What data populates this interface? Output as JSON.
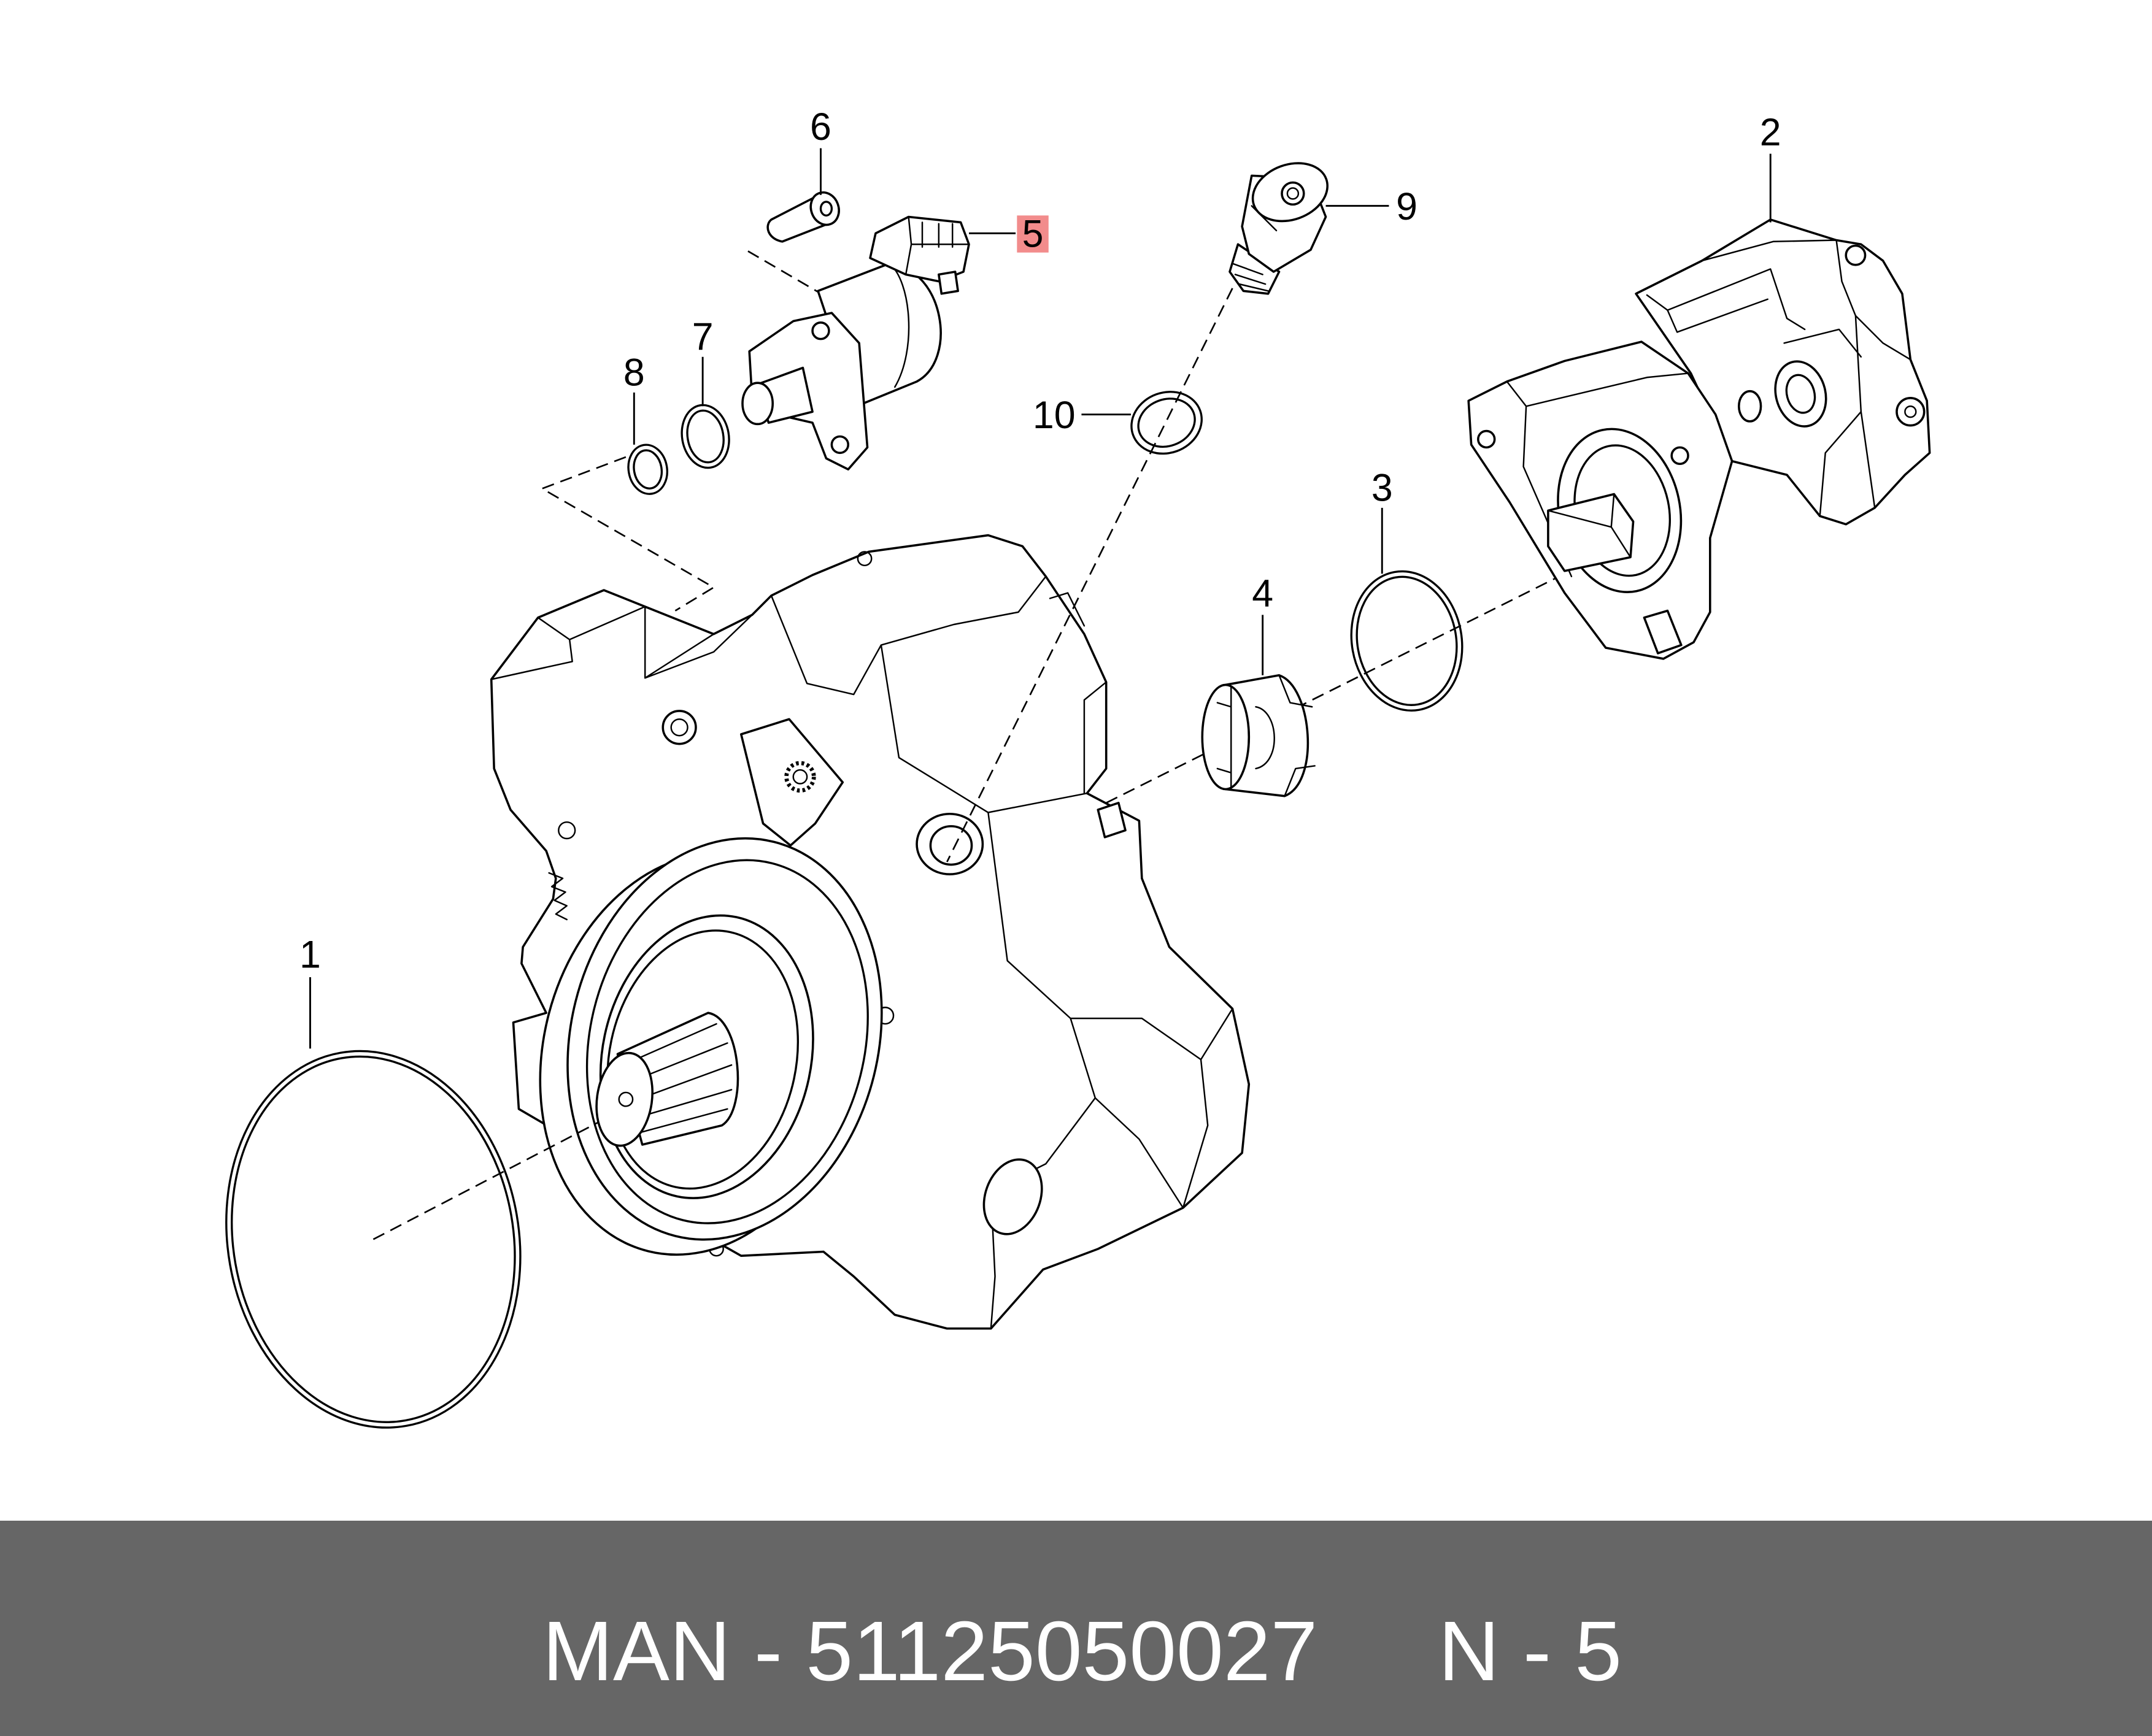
{
  "callouts": [
    {
      "label": "1"
    },
    {
      "label": "2"
    },
    {
      "label": "3"
    },
    {
      "label": "4"
    },
    {
      "label": "5",
      "highlighted": true
    },
    {
      "label": "6"
    },
    {
      "label": "7"
    },
    {
      "label": "8"
    },
    {
      "label": "9"
    },
    {
      "label": "10"
    }
  ],
  "highlight_color": "#f28c8c",
  "line_color": "#000000",
  "footer": {
    "part_line": "MAN - 51125050027",
    "position_line": "N - 5",
    "background": "#666666",
    "text_color": "#ffffff"
  }
}
